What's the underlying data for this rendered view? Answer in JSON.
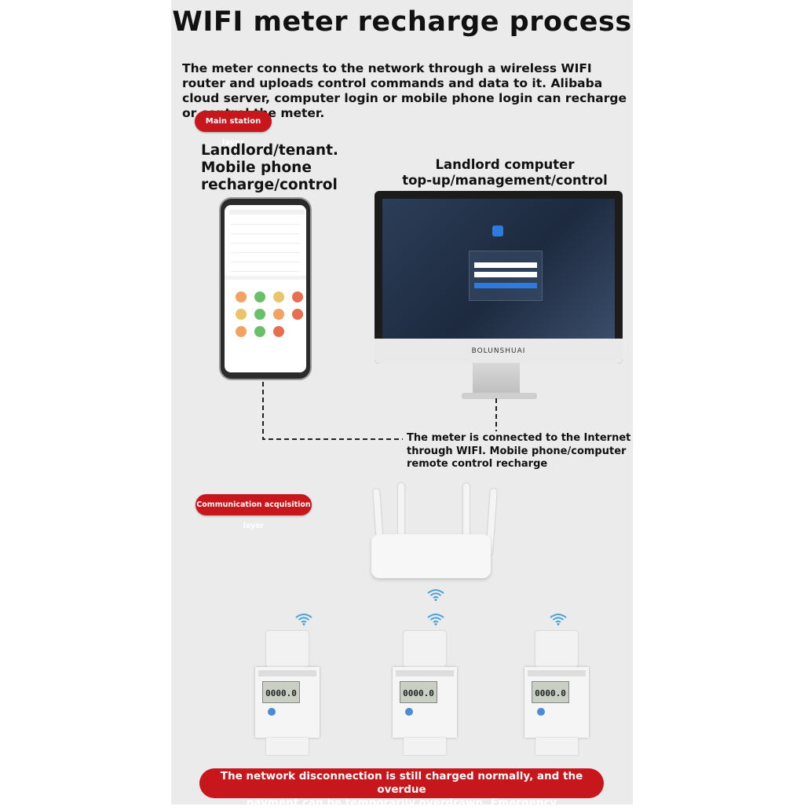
{
  "title": "WIFI meter recharge process",
  "intro": "The meter connects to the network through a wireless WIFI router and uploads control commands and data to it. Alibaba cloud server, computer login or mobile phone login can recharge or control the meter.",
  "layers": {
    "main_station": "Main station layer",
    "communication": "Communication acquisition layer"
  },
  "phone_caption": [
    "Landlord/tenant.",
    "Mobile phone",
    "recharge/control"
  ],
  "computer_caption": [
    "Landlord computer",
    "top-up/management/control"
  ],
  "internet_caption": [
    "The meter is connected to the Internet",
    "through WIFI. Mobile phone/computer",
    "remote control recharge"
  ],
  "monitor_brand": "BOLUNSHUAI",
  "meter_reading": "0000.0",
  "bottom_banner": [
    "The network disconnection is still charged normally, and the overdue",
    "payment can be temporarily overdrawn. Emergency"
  ],
  "colors": {
    "accent_red": "#c8161d",
    "panel_gray": "#ebebeb"
  },
  "icons": [
    "wifi-signal-icon",
    "router-icon",
    "phone-icon",
    "monitor-icon",
    "energy-meter-icon"
  ]
}
